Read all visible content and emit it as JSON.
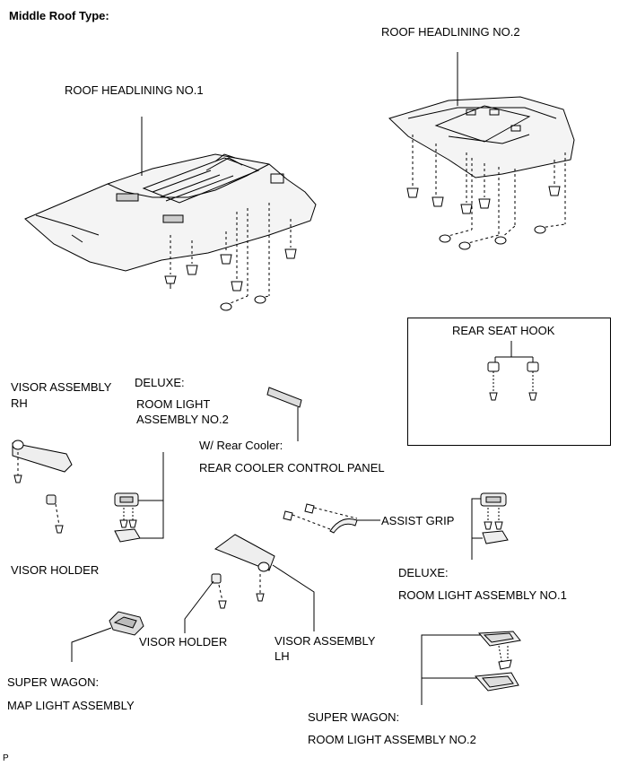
{
  "title": "Middle Roof Type:",
  "labels": {
    "headlining_no2": "ROOF HEADLINING NO.2",
    "headlining_no1": "ROOF HEADLINING NO.1",
    "rear_seat_hook": "REAR SEAT HOOK",
    "visor_rh_line1": "VISOR ASSEMBLY",
    "visor_rh_line2": "RH",
    "deluxe_1": "DELUXE:",
    "room_light_no2_line1": "ROOM LIGHT",
    "room_light_no2_line2": "ASSEMBLY NO.2",
    "rear_cooler_condition": "W/ Rear Cooler:",
    "rear_cooler_panel": "REAR COOLER CONTROL PANEL",
    "assist_grip": "ASSIST GRIP",
    "visor_holder_left": "VISOR HOLDER",
    "deluxe_2": "DELUXE:",
    "room_light_no1": "ROOM LIGHT ASSEMBLY NO.1",
    "visor_holder_center": "VISOR HOLDER",
    "visor_lh_line1": "VISOR ASSEMBLY",
    "visor_lh_line2": "LH",
    "super_wagon_1": "SUPER WAGON:",
    "map_light": "MAP LIGHT ASSEMBLY",
    "super_wagon_2": "SUPER WAGON:",
    "room_light_no2_sw": "ROOM LIGHT ASSEMBLY NO.2",
    "footer_code": "P"
  }
}
